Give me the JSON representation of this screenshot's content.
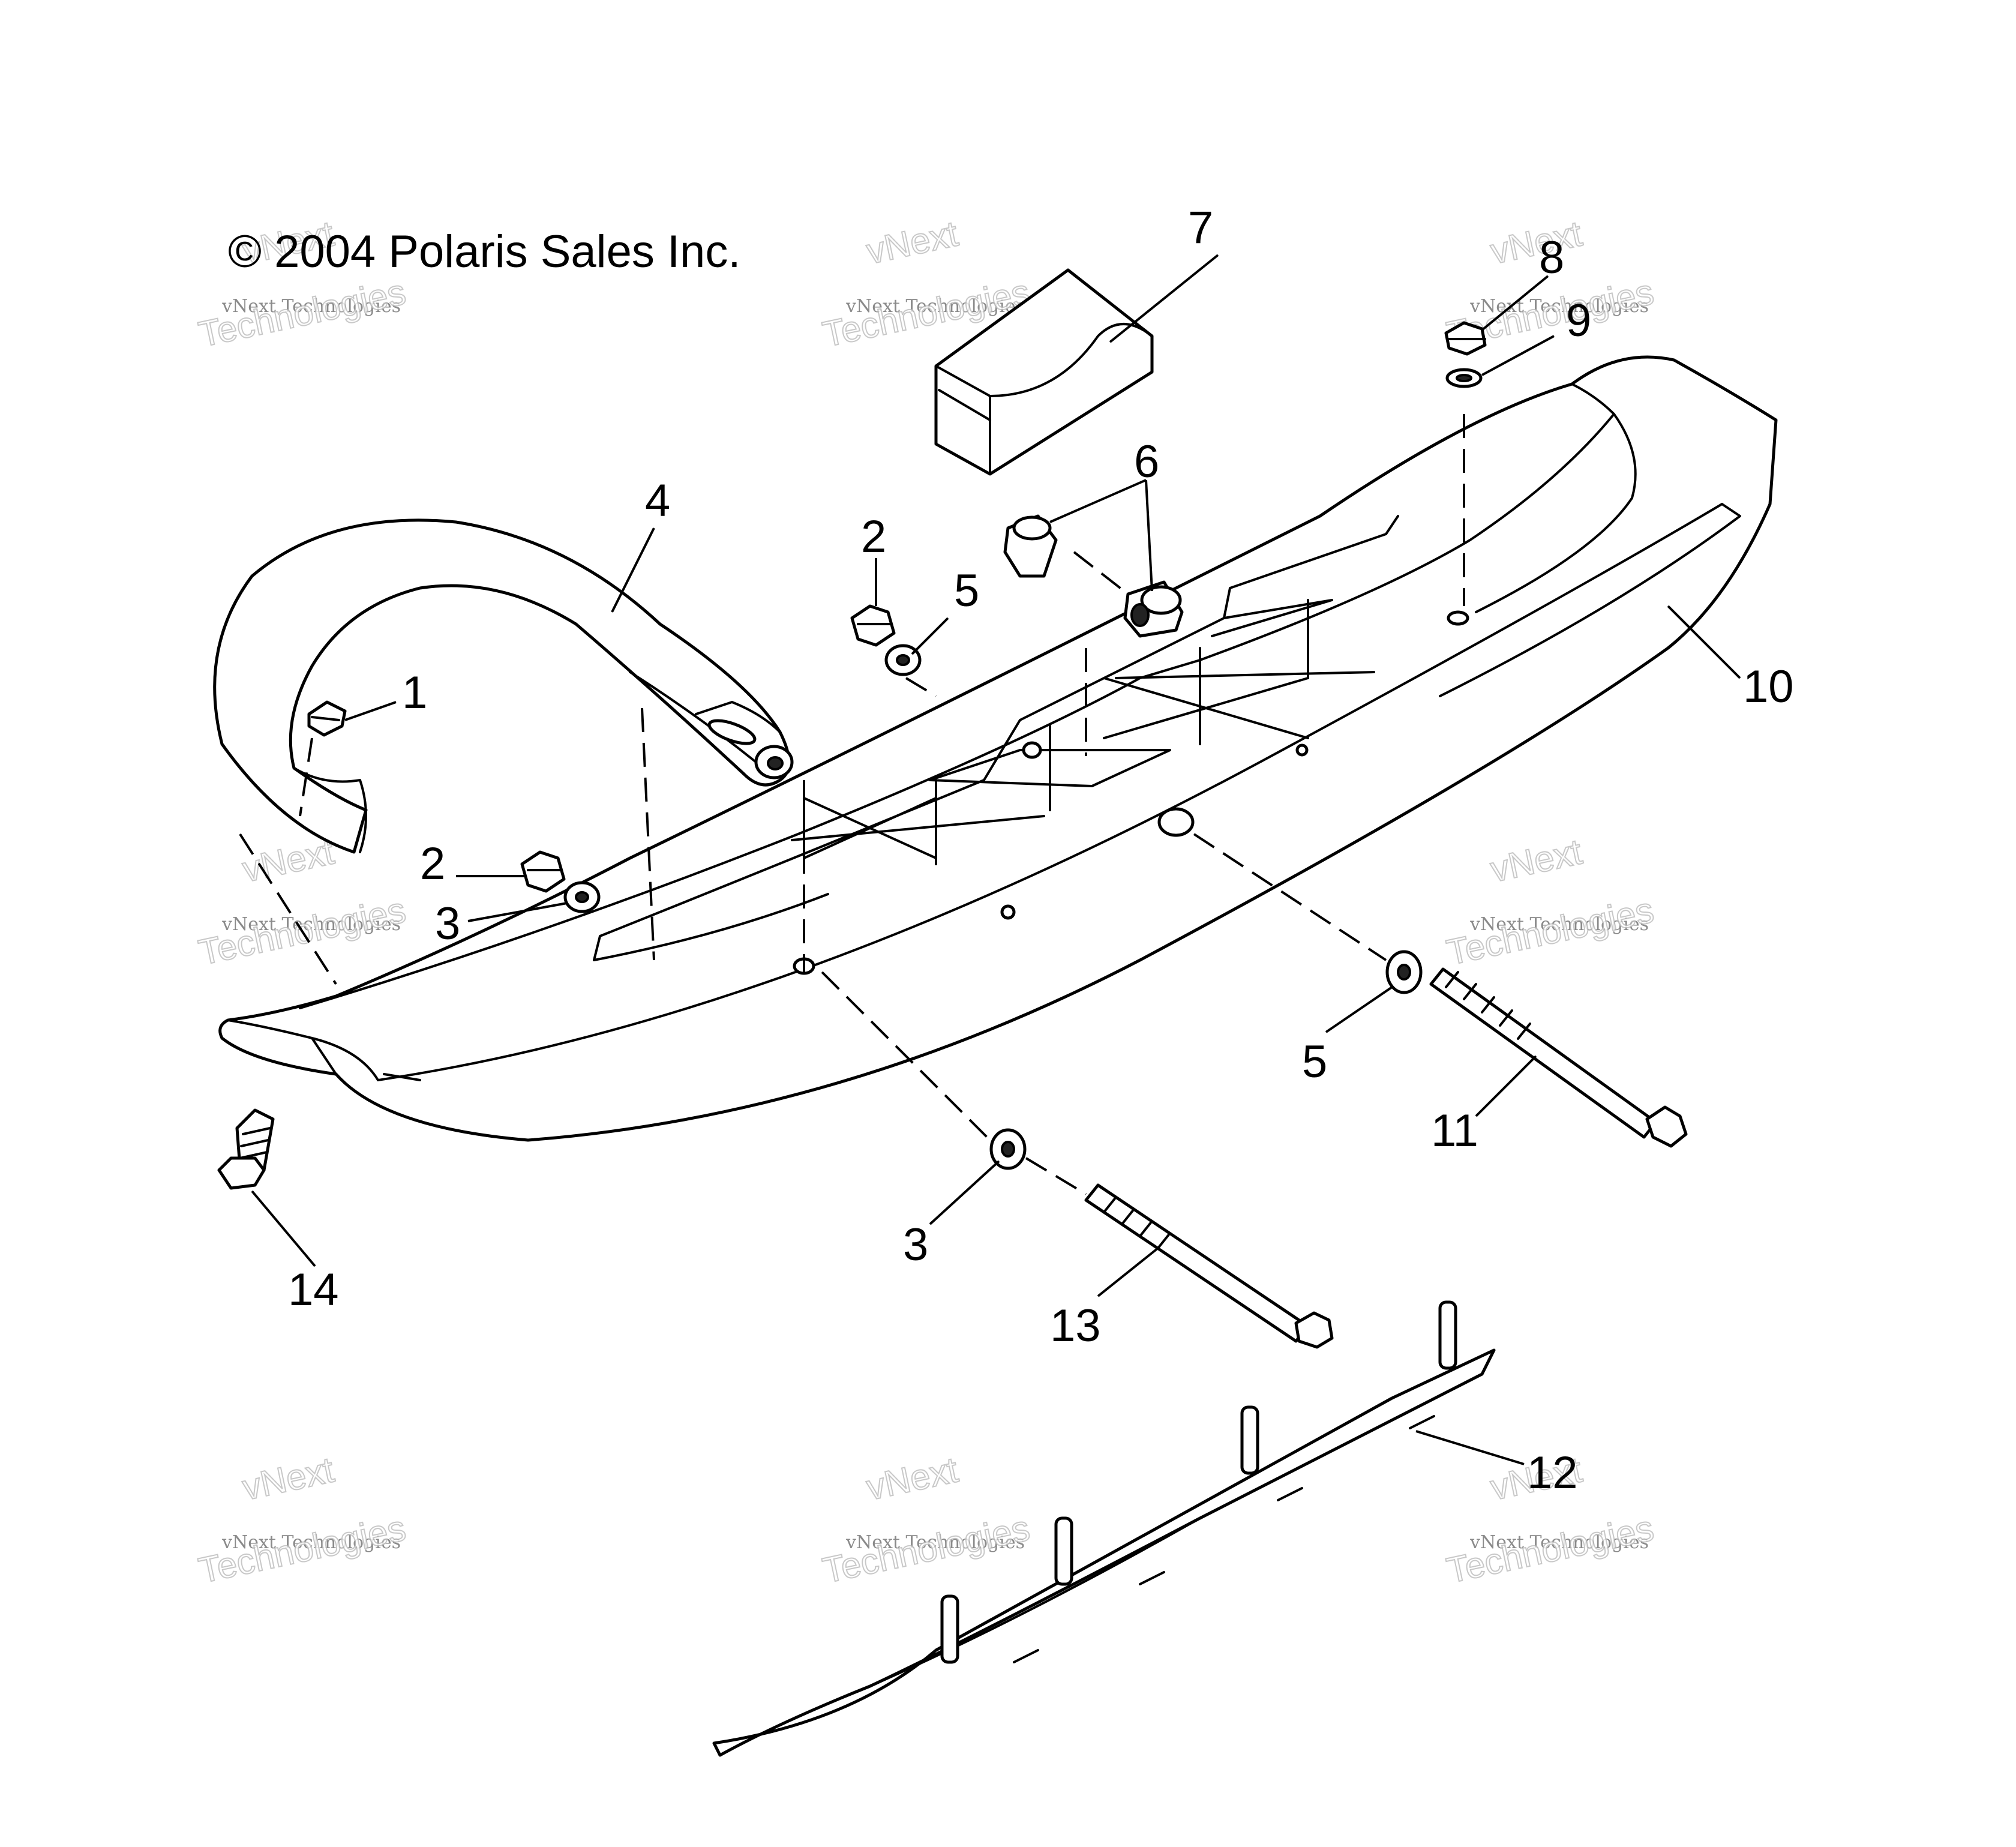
{
  "copyright": "© 2004 Polaris Sales Inc.",
  "watermark": {
    "line1": "vNext",
    "line2": "vNext Technologies",
    "line3": "Technologies"
  },
  "callouts": {
    "c1": "1",
    "c2a": "2",
    "c2b": "2",
    "c3a": "3",
    "c3b": "3",
    "c4": "4",
    "c5a": "5",
    "c5b": "5",
    "c6": "6",
    "c7": "7",
    "c8": "8",
    "c9": "9",
    "c10": "10",
    "c11": "11",
    "c12": "12",
    "c13": "13",
    "c14": "14"
  },
  "colors": {
    "line": "#000000",
    "background": "#ffffff",
    "shade": "#bfbfbf"
  }
}
